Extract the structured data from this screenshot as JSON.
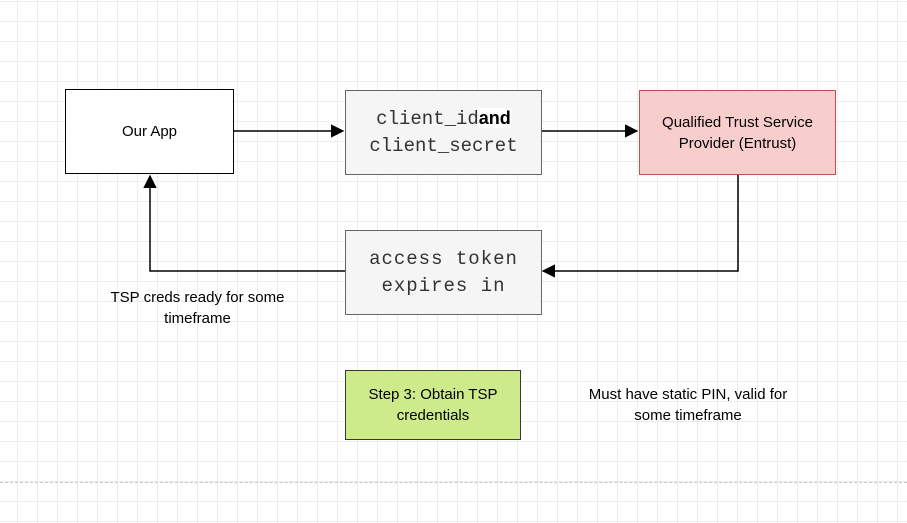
{
  "diagram": {
    "nodes": {
      "our_app": {
        "label": "Our App"
      },
      "client_credentials": {
        "line1_mono": "client_id",
        "line1_sans": "and",
        "line2": "client_secret"
      },
      "tsp": {
        "line1": "Qualified Trust Service",
        "line2": "Provider (Entrust)"
      },
      "access_token": {
        "line1": "access token",
        "line2": "expires in"
      },
      "step": {
        "line1": "Step 3: Obtain TSP",
        "line2": "credentials"
      }
    },
    "labels": {
      "tsp_creds": {
        "line1": "TSP creds ready for some",
        "line2": "timeframe"
      },
      "static_pin": {
        "line1": "Must have static PIN, valid for",
        "line2": "some timeframe"
      }
    },
    "colors": {
      "tsp_fill": "#f8cecc",
      "tsp_stroke": "#b85450",
      "step_fill": "#cdeb8b",
      "mono_fill": "#f5f5f5"
    }
  }
}
